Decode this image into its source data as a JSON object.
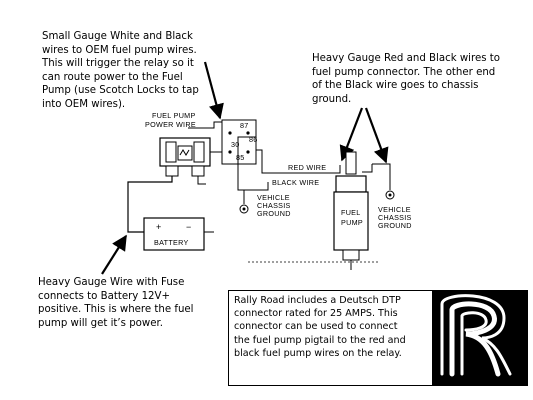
{
  "notes": {
    "top_left": "Small Gauge White and Black\nwires to OEM fuel pump wires.\nThis will trigger the relay so it\ncan route power to the Fuel\nPump (use Scotch Locks to tap\ninto OEM wires).",
    "top_right": "Heavy Gauge Red and Black wires to\nfuel pump connector.  The other end\nof the Black wire goes to chassis\nground.",
    "bottom_left": "Heavy Gauge Wire with Fuse\nconnects to Battery 12V+\npositive.  This is where the fuel\npump will get it’s power."
  },
  "infobox": {
    "text": "Rally Road includes a Deutsch DTP\nconnector rated for 25 AMPS.  This\nconnector can be used to connect\nthe fuel pump pigtail to the red and\nblack fuel pump wires on the relay."
  },
  "schematic": {
    "fuel_pump_power_wire_line1": "FUEL PUMP",
    "fuel_pump_power_wire_line2": "POWER WIRE",
    "red_wire": "RED WIRE",
    "black_wire": "BLACK WIRE",
    "vehicle_chassis_ground_left": [
      "VEHICLE",
      "CHASSIS",
      "GROUND"
    ],
    "vehicle_chassis_ground_right": [
      "VEHICLE",
      "CHASSIS",
      "GROUND"
    ],
    "fuel_pump_label": [
      "FUEL",
      "PUMP"
    ],
    "battery_label": "BATTERY",
    "battery_plus": "+",
    "battery_minus": "−",
    "relay_pin_87": "87",
    "relay_pin_30": "30",
    "relay_pin_85": "85",
    "relay_pin_86": "86"
  }
}
